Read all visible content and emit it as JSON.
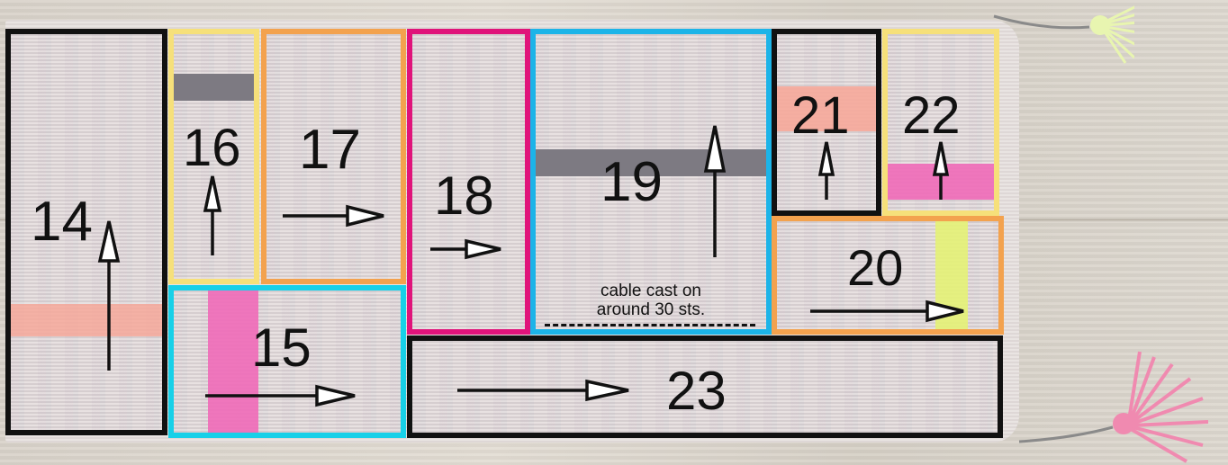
{
  "panels": [
    {
      "label": "14",
      "border": "#111111"
    },
    {
      "label": "15",
      "border": "#18d0e8"
    },
    {
      "label": "16",
      "border": "#f6e07a"
    },
    {
      "label": "17",
      "border": "#f3a24e"
    },
    {
      "label": "18",
      "border": "#e0137a"
    },
    {
      "label": "19",
      "border": "#1cb4e8"
    },
    {
      "label": "20",
      "border": "#f3a24e"
    },
    {
      "label": "21",
      "border": "#111111"
    },
    {
      "label": "22",
      "border": "#f6e07a"
    },
    {
      "label": "23",
      "border": "#111111"
    }
  ],
  "note": {
    "line1": "cable cast on",
    "line2": "around 30 sts."
  },
  "colors": {
    "peach": "#f6a89a",
    "pink": "#f06ab8",
    "grey": "#7d7a82",
    "lime": "#e4f276",
    "tassel_lime": "#e8f5b0",
    "tassel_pink": "#f08ab0"
  }
}
